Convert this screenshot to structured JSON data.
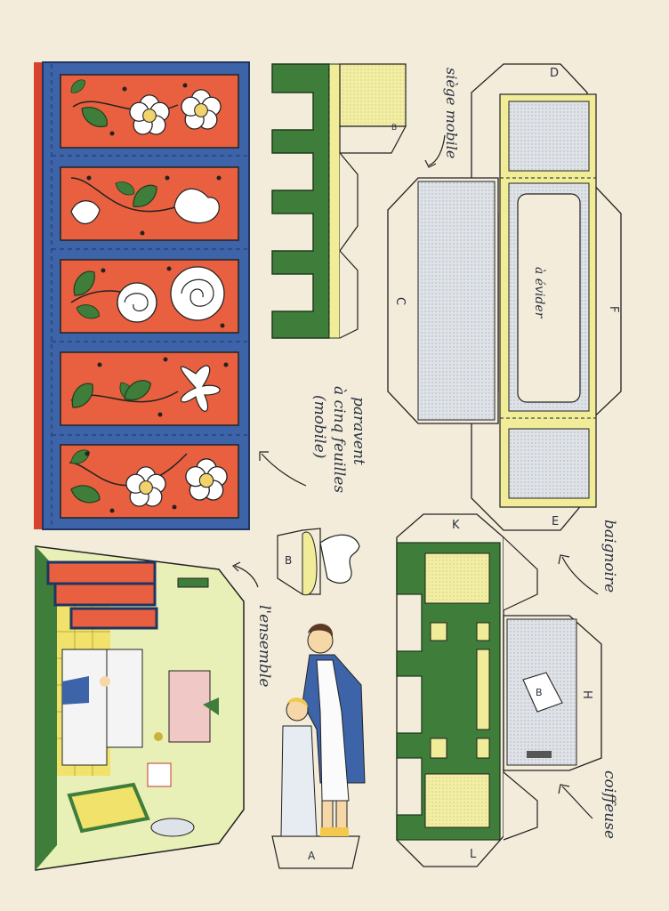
{
  "labels": {
    "siege_mobile": "siège mobile",
    "paravent": "paravent",
    "a_cinq_feuilles": "à cinq feuilles",
    "mobile": "(mobile)",
    "baignoire": "baignoire",
    "coiffeuse": "coiffeuse",
    "ensemble": "l'ensemble",
    "a_evider": "à évider"
  },
  "piece_letters": {
    "a": "A",
    "b": "B",
    "c": "C",
    "d": "D",
    "e": "E",
    "f": "F",
    "h": "H",
    "k": "K",
    "l": "L",
    "b_flap": "B"
  },
  "colors": {
    "paper": "#f3ecda",
    "screen_blue": "#3d63a8",
    "screen_red": "#e8603f",
    "green": "#3f7d3b",
    "yellow": "#f1ec98",
    "ink": "#2a3140"
  }
}
